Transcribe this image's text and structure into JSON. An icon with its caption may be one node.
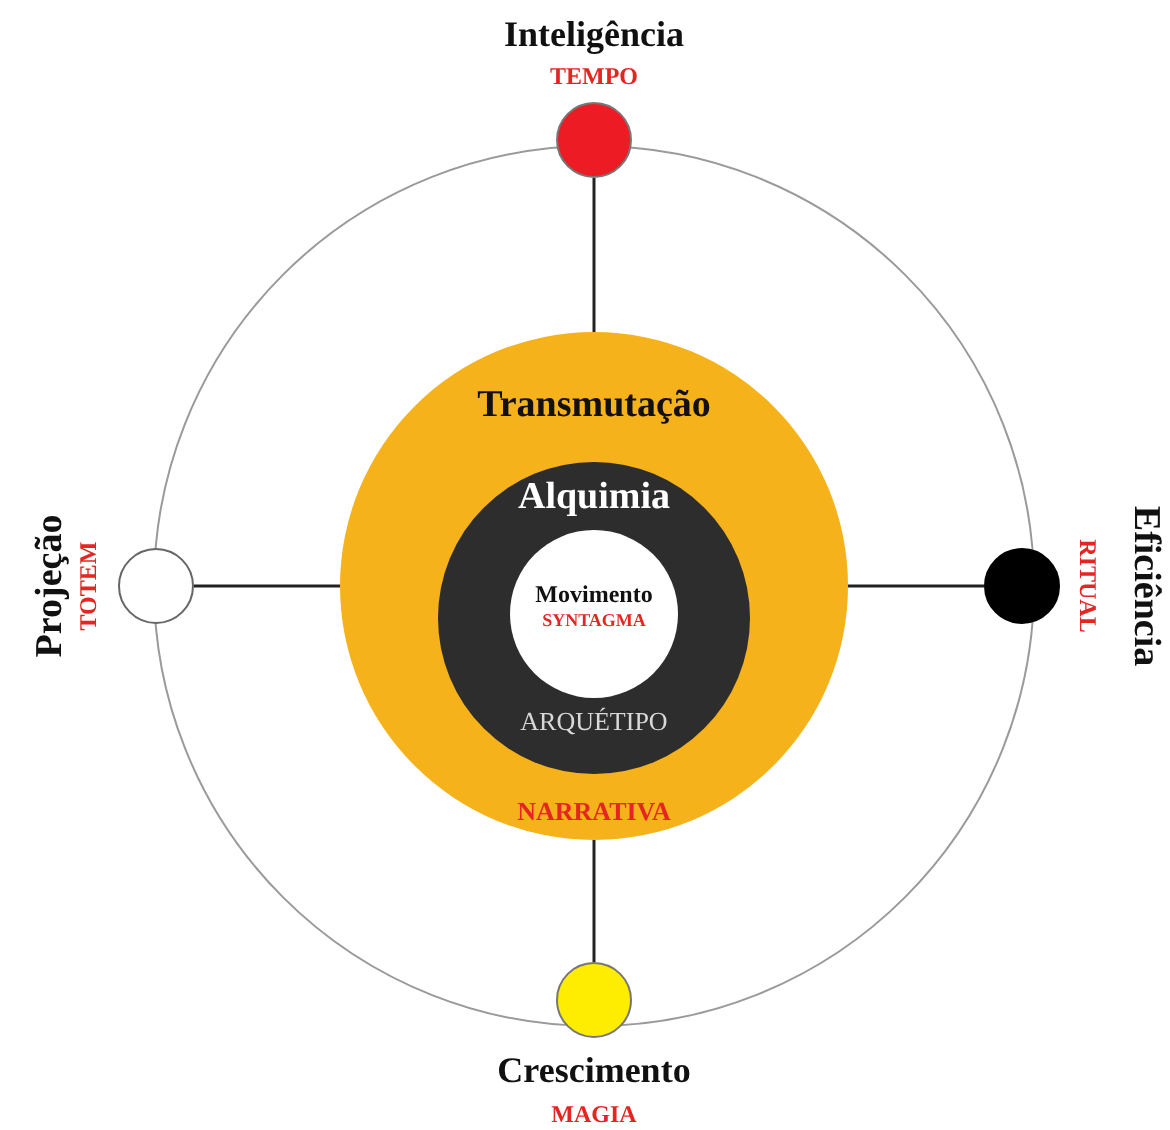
{
  "diagram": {
    "nodes": [
      {
        "text": [
          "Transmutação",
          "NARRATIVA"
        ]
      },
      {
        "text": [
          "Alquimia",
          "ARQUÉTIPO"
        ],
        "in": 0
      },
      {
        "text": [
          "Movimento",
          "SYNTAGMA"
        ],
        "in": 1
      },
      {
        "text": [
          "Inteligência",
          "TEMPO"
        ]
      },
      {
        "text": [
          "Projeção",
          "TOTEM"
        ]
      },
      {
        "text": [
          "Eficiência",
          "RITUAL"
        ]
      },
      {
        "text": [
          "Crescimento",
          "MAGIA"
        ]
      }
    ],
    "edges": [
      {
        "from": 3,
        "to": 0,
        "arrow": "none"
      },
      {
        "from": 4,
        "to": 0,
        "arrow": "none"
      },
      {
        "from": 5,
        "to": 0,
        "arrow": "none"
      },
      {
        "from": 6,
        "to": 0,
        "arrow": "none"
      }
    ]
  }
}
